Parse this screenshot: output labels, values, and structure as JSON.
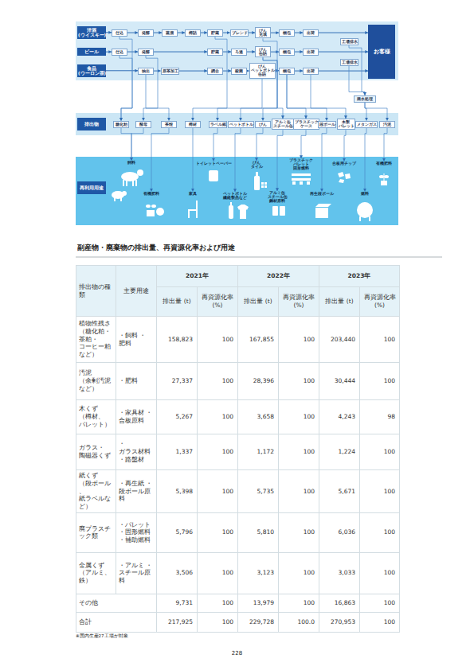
{
  "diagram": {
    "nodes": [
      {
        "text": [
          "洋酒 (ウイスキー)"
        ]
      },
      {
        "text": [
          "仕込"
        ]
      },
      {
        "text": [
          "発酵"
        ]
      },
      {
        "text": [
          "蒸溜"
        ]
      },
      {
        "text": [
          "樽詰"
        ]
      },
      {
        "text": [
          "貯蔵"
        ]
      },
      {
        "text": [
          "ブレンド"
        ]
      },
      {
        "text": [
          "びん 充填"
        ]
      },
      {
        "text": [
          "梱包"
        ]
      },
      {
        "text": [
          "出荷"
        ]
      },
      {
        "text": [
          "ビール"
        ]
      },
      {
        "text": [
          "仕込"
        ]
      },
      {
        "text": [
          "発酵"
        ]
      },
      {
        "text": [
          "貯蔵"
        ]
      },
      {
        "text": [
          "ろ過"
        ]
      },
      {
        "text": [
          "びん 缶詰"
        ]
      },
      {
        "text": [
          "梱包"
        ]
      },
      {
        "text": [
          "出荷"
        ]
      },
      {
        "text": [
          "食品 (ウーロン茶)"
        ]
      },
      {
        "text": [
          "抽出"
        ]
      },
      {
        "text": [
          "原茶加工"
        ]
      },
      {
        "text": [
          "調合"
        ]
      },
      {
        "text": [
          "殺菌"
        ]
      },
      {
        "text": [
          "びん ペットボトル 缶詰"
        ]
      },
      {
        "text": [
          "梱包"
        ]
      },
      {
        "text": [
          "出荷"
        ]
      },
      {
        "text": [
          "工場排水"
        ]
      },
      {
        "text": [
          "工場排水"
        ]
      },
      {
        "text": [
          "お客様"
        ]
      },
      {
        "text": [
          "廃水処理"
        ]
      },
      {
        "text": [
          "排出物"
        ]
      },
      {
        "text": [
          "糖化粕"
        ],
        "in": 30
      },
      {
        "text": [
          "酵母"
        ],
        "in": 30
      },
      {
        "text": [
          "茶殻"
        ],
        "in": 30
      },
      {
        "text": [
          "樽材"
        ],
        "in": 30
      },
      {
        "text": [
          "ラベル紙"
        ],
        "in": 30
      },
      {
        "text": [
          "ペットボトル"
        ],
        "in": 30
      },
      {
        "text": [
          "びん"
        ],
        "in": 30
      },
      {
        "text": [
          "アルミ缶 スチール缶"
        ],
        "in": 30
      },
      {
        "text": [
          "プラスチック ケース"
        ],
        "in": 30
      },
      {
        "text": [
          "段ボール"
        ],
        "in": 30
      },
      {
        "text": [
          "木製 パレット"
        ],
        "in": 30
      },
      {
        "text": [
          "メタンガス"
        ],
        "in": 30
      },
      {
        "text": [
          "汚泥"
        ],
        "in": 30
      },
      {
        "text": [
          "再利用用途"
        ]
      },
      {
        "text": [
          "飼料"
        ],
        "in": 44
      },
      {
        "text": [
          "有機肥料"
        ],
        "in": 44
      },
      {
        "text": [
          "家具"
        ],
        "in": 44
      },
      {
        "text": [
          "トイレットペーパー"
        ],
        "in": 44
      },
      {
        "text": [
          "ペットボトル 繊維製品など"
        ],
        "in": 44
      },
      {
        "text": [
          "びん タイル"
        ],
        "in": 44
      },
      {
        "text": [
          "アルミ缶 スチール缶 鋼材原料"
        ],
        "in": 44
      },
      {
        "text": [
          "プラスチック パレット 固形燃料"
        ],
        "in": 44
      },
      {
        "text": [
          "再生段ボール"
        ],
        "in": 44
      },
      {
        "text": [
          "合板用チップ"
        ],
        "in": 44
      },
      {
        "text": [
          "燃料"
        ],
        "in": 44
      },
      {
        "text": [
          "有機肥料"
        ],
        "in": 44
      }
    ],
    "edges": [
      {
        "from": 0,
        "to": 1,
        "arrow": "to"
      },
      {
        "from": 1,
        "to": 2,
        "arrow": "to"
      },
      {
        "from": 2,
        "to": 3,
        "arrow": "to"
      },
      {
        "from": 3,
        "to": 4,
        "arrow": "to"
      },
      {
        "from": 4,
        "to": 5,
        "arrow": "to"
      },
      {
        "from": 5,
        "to": 6,
        "arrow": "to"
      },
      {
        "from": 6,
        "to": 7,
        "arrow": "to"
      },
      {
        "from": 7,
        "to": 8,
        "arrow": "to"
      },
      {
        "from": 8,
        "to": 9,
        "arrow": "to"
      },
      {
        "from": 9,
        "to": 28,
        "arrow": "to"
      },
      {
        "from": 10,
        "to": 11,
        "arrow": "to"
      },
      {
        "from": 11,
        "to": 12,
        "arrow": "to"
      },
      {
        "from": 12,
        "to": 13,
        "arrow": "to"
      },
      {
        "from": 13,
        "to": 14,
        "arrow": "to"
      },
      {
        "from": 14,
        "to": 15,
        "arrow": "to"
      },
      {
        "from": 15,
        "to": 16,
        "arrow": "to"
      },
      {
        "from": 16,
        "to": 17,
        "arrow": "to"
      },
      {
        "from": 17,
        "to": 28,
        "arrow": "to"
      },
      {
        "from": 18,
        "to": 19,
        "arrow": "to"
      },
      {
        "from": 19,
        "to": 20,
        "arrow": "to"
      },
      {
        "from": 20,
        "to": 21,
        "arrow": "to"
      },
      {
        "from": 21,
        "to": 22,
        "arrow": "to"
      },
      {
        "from": 22,
        "to": 23,
        "arrow": "to"
      },
      {
        "from": 23,
        "to": 24,
        "arrow": "to"
      },
      {
        "from": 24,
        "to": 25,
        "arrow": "to"
      },
      {
        "from": 25,
        "to": 28,
        "arrow": "to"
      },
      {
        "from": 26,
        "to": 29,
        "arrow": "to"
      },
      {
        "from": 27,
        "to": 29,
        "arrow": "to"
      },
      {
        "from": 1,
        "to": 31,
        "arrow": "to"
      },
      {
        "from": 11,
        "to": 31,
        "arrow": "to"
      },
      {
        "from": 12,
        "to": 32,
        "arrow": "to"
      },
      {
        "from": 19,
        "to": 33,
        "arrow": "to"
      },
      {
        "from": 5,
        "to": 34,
        "arrow": "to"
      },
      {
        "from": 7,
        "to": 35,
        "arrow": "to"
      },
      {
        "from": 23,
        "to": 36,
        "arrow": "to"
      },
      {
        "from": 15,
        "to": 37,
        "arrow": "to"
      },
      {
        "from": 15,
        "to": 38,
        "arrow": "to"
      },
      {
        "from": 24,
        "to": 39,
        "arrow": "to"
      },
      {
        "from": 24,
        "to": 40,
        "arrow": "to"
      },
      {
        "from": 25,
        "to": 41,
        "arrow": "to"
      },
      {
        "from": 29,
        "to": 42,
        "arrow": "to"
      },
      {
        "from": 29,
        "to": 43,
        "arrow": "to"
      },
      {
        "from": 31,
        "to": 45,
        "arrow": "to"
      },
      {
        "from": 32,
        "to": 45,
        "arrow": "to"
      },
      {
        "from": 33,
        "to": 46,
        "arrow": "to"
      },
      {
        "from": 34,
        "to": 47,
        "arrow": "to"
      },
      {
        "from": 35,
        "to": 48,
        "arrow": "to"
      },
      {
        "from": 36,
        "to": 49,
        "arrow": "to"
      },
      {
        "from": 37,
        "to": 50,
        "arrow": "to"
      },
      {
        "from": 38,
        "to": 51,
        "arrow": "to"
      },
      {
        "from": 39,
        "to": 52,
        "arrow": "to"
      },
      {
        "from": 40,
        "to": 53,
        "arrow": "to"
      },
      {
        "from": 41,
        "to": 54,
        "arrow": "to"
      },
      {
        "from": 42,
        "to": 55,
        "arrow": "to"
      },
      {
        "from": 43,
        "to": 56,
        "arrow": "to"
      }
    ],
    "labels": [
      "副産物・廃棄物の排出量、再資源化率および用途",
      "排出物の種類",
      "主要用途",
      "2021年",
      "2022年",
      "2023年",
      "排出量 (t)",
      "再資源化率(%)",
      "排出量 (t)",
      "再資源化率(%)",
      "排出量 (t)",
      "再資源化率(%)",
      "植物性残さ（糖化粕・茶粕・コーヒー粕など）",
      "・飼料 ・肥料",
      "158,823",
      "100",
      "167,855",
      "100",
      "203,440",
      "100",
      "汚泥（余剰汚泥など）",
      "・肥料",
      "27,337",
      "100",
      "28,396",
      "100",
      "30,444",
      "100",
      "木くず（樽材、パレット）",
      "・家具材 ・合板原料",
      "5,267",
      "100",
      "3,658",
      "100",
      "4,243",
      "98",
      "ガラス・陶磁器くず",
      "・ガラス材料 ・路盤材",
      "1,337",
      "100",
      "1,172",
      "100",
      "1,224",
      "100",
      "紙くず（段ボール、紙ラベルなど）",
      "・再生紙 ・段ボール原料",
      "5,398",
      "100",
      "5,735",
      "100",
      "5,671",
      "100",
      "廃プラスチック類",
      "・パレット ・固形燃料 ・補助燃料",
      "5,796",
      "100",
      "5,810",
      "100",
      "6,036",
      "100",
      "金属くず（アルミ、鉄）",
      "・アルミ ・スチール原料",
      "3,506",
      "100",
      "3,123",
      "100",
      "3,033",
      "100",
      "その他",
      "9,731",
      "100",
      "13,979",
      "100",
      "16,863",
      "100",
      "合計",
      "217,925",
      "100",
      "229,728",
      "100.0",
      "270,953",
      "100",
      "※国内生産27工場が対象",
      "228"
    ]
  }
}
